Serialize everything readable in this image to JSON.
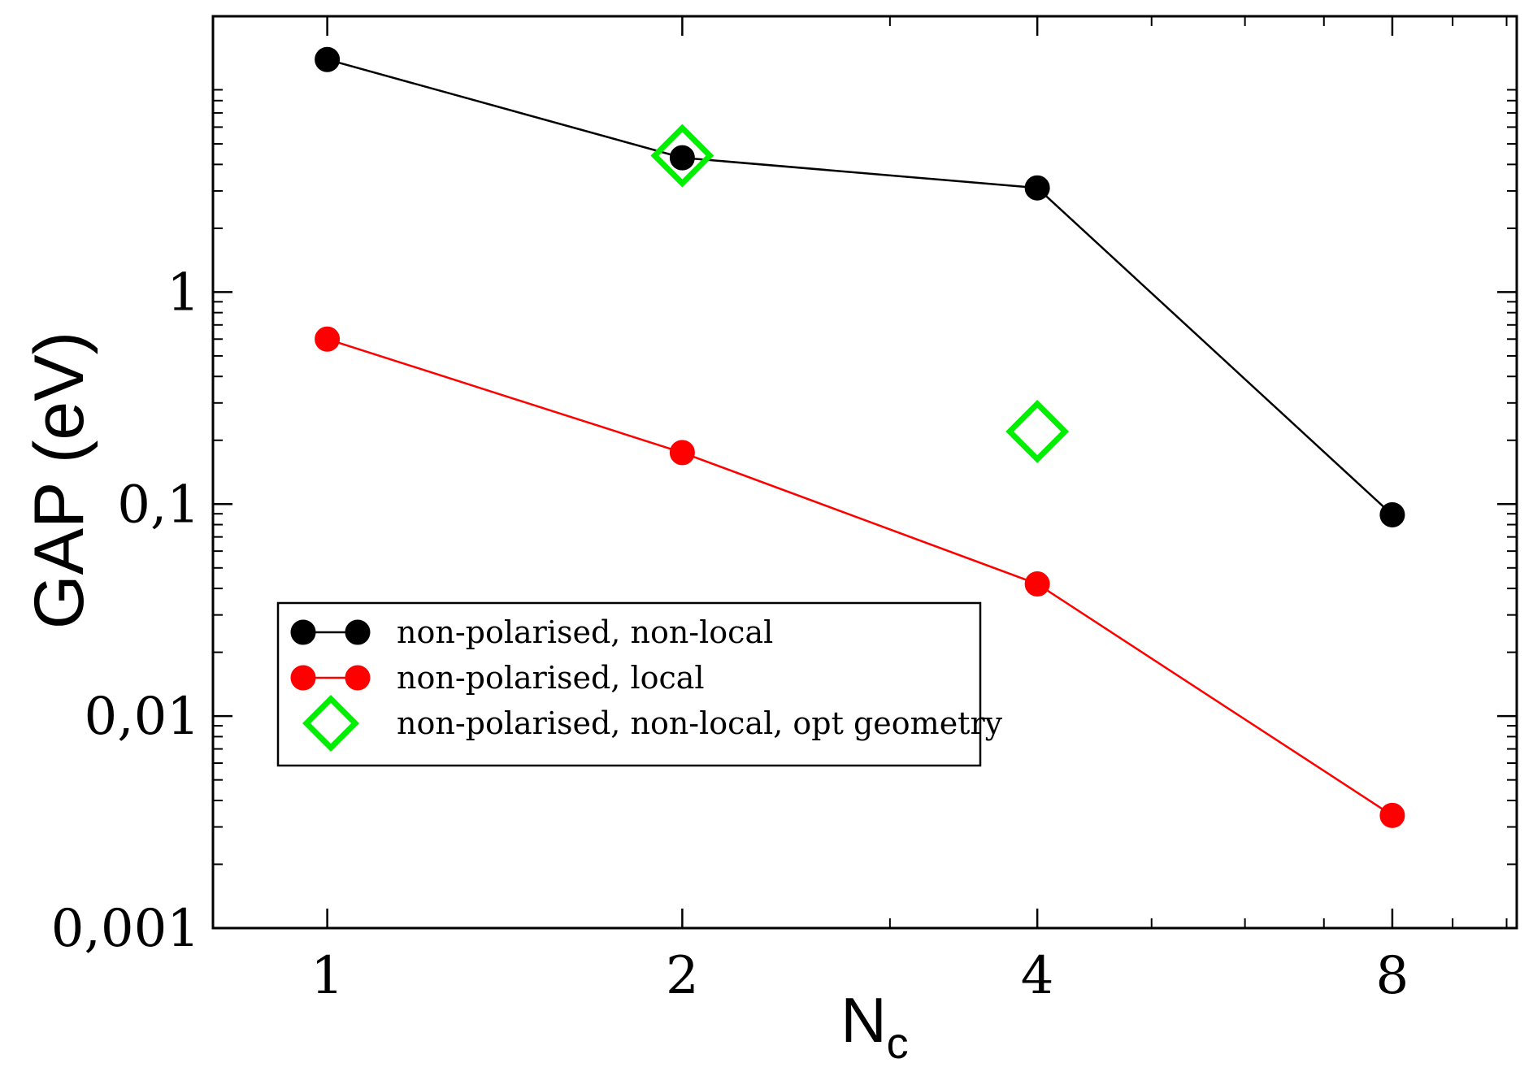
{
  "chart_data": {
    "type": "line",
    "x_scale": "log2",
    "y_scale": "log10",
    "xlim": [
      0.8,
      10.2
    ],
    "ylim": [
      0.001,
      20
    ],
    "xticks": [
      {
        "value": 1,
        "label": "1"
      },
      {
        "value": 2,
        "label": "2"
      },
      {
        "value": 4,
        "label": "4"
      },
      {
        "value": 8,
        "label": "8"
      }
    ],
    "yticks": [
      {
        "value": 0.001,
        "label": "0,001"
      },
      {
        "value": 0.01,
        "label": "0,01"
      },
      {
        "value": 0.1,
        "label": "0,1"
      },
      {
        "value": 1,
        "label": "1"
      }
    ],
    "xlabel": "N",
    "xlabel_sub": "c",
    "ylabel": "GAP (eV)",
    "grid": false,
    "legend_position": "lower-left",
    "series": [
      {
        "name": "non-polarised, non-local",
        "color": "#000000",
        "marker": "circle",
        "line": true,
        "points": [
          {
            "x": 1,
            "y": 12.5
          },
          {
            "x": 2,
            "y": 4.3
          },
          {
            "x": 4,
            "y": 3.1
          },
          {
            "x": 8,
            "y": 0.089
          }
        ]
      },
      {
        "name": "non-polarised, local",
        "color": "#ff0000",
        "marker": "circle",
        "line": true,
        "points": [
          {
            "x": 1,
            "y": 0.6
          },
          {
            "x": 2,
            "y": 0.175
          },
          {
            "x": 4,
            "y": 0.042
          },
          {
            "x": 8,
            "y": 0.0034
          }
        ]
      },
      {
        "name": "non-polarised, non-local, opt geometry",
        "color": "#00ee00",
        "marker": "diamond",
        "line": false,
        "points": [
          {
            "x": 2,
            "y": 4.4
          },
          {
            "x": 4,
            "y": 0.22
          }
        ]
      }
    ]
  }
}
